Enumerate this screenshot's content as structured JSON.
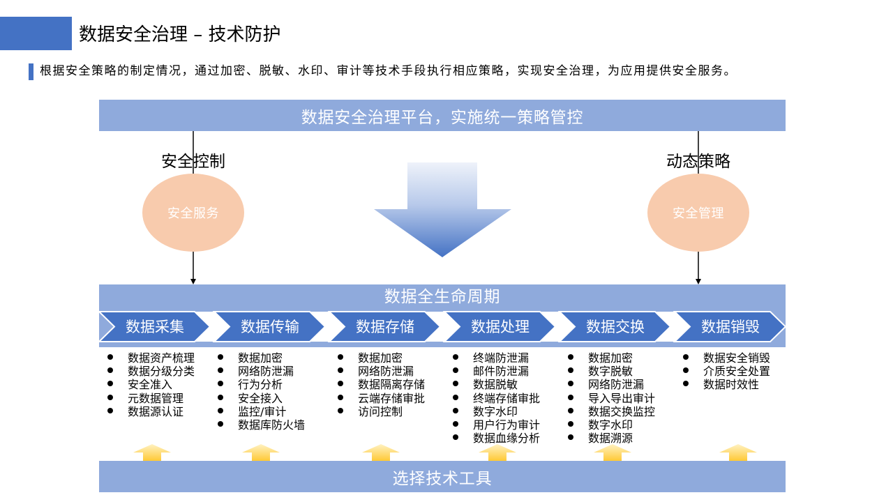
{
  "header": {
    "title": "数据安全治理 – 技术防护",
    "subtitle": "根据安全策略的制定情况，通过加密、脱敏、水印、审计等技术手段执行相应策略，实现安全治理，为应用提供安全服务。"
  },
  "platform": {
    "label": "数据安全治理平台，实施统一策略管控"
  },
  "left_branch": {
    "caption": "安全控制",
    "circle_label": "安全服务"
  },
  "right_branch": {
    "caption": "动态策略",
    "circle_label": "安全管理"
  },
  "lifecycle": {
    "title": "数据全生命周期",
    "stages": [
      {
        "label": "数据采集",
        "items": [
          "数据资产梳理",
          "数据分级分类",
          "安全准入",
          "元数据管理",
          "数据源认证"
        ]
      },
      {
        "label": "数据传输",
        "items": [
          "数据加密",
          "网络防泄漏",
          "行为分析",
          "安全接入",
          "监控/审计",
          "数据库防火墙"
        ]
      },
      {
        "label": "数据存储",
        "items": [
          "数据加密",
          "网络防泄漏",
          "数据隔离存储",
          "云端存储审批",
          "访问控制"
        ]
      },
      {
        "label": "数据处理",
        "items": [
          "终端防泄漏",
          "邮件防泄漏",
          "数据脱敏",
          "终端存储审批",
          "数字水印",
          "用户行为审计",
          "数据血缘分析"
        ]
      },
      {
        "label": "数据交换",
        "items": [
          "数据加密",
          "数字脱敏",
          "网络防泄漏",
          "导入导出审计",
          "数据交换监控",
          "数字水印",
          "数据溯源"
        ]
      },
      {
        "label": "数据销毁",
        "items": [
          "数据安全销毁",
          "介质安全处置",
          "数据时效性"
        ]
      }
    ]
  },
  "tools": {
    "label": "选择技术工具"
  },
  "icons": {
    "center_arrow": "down-arrow-icon",
    "tool_arrows": "up-arrow-icon",
    "branch_arrowheads": "arrowhead-down-icon",
    "list_bullets": "bullet-dot"
  },
  "colors": {
    "accent": "#4472C4",
    "bar": "#8FAADC",
    "circle": "#F8CBAD",
    "arrow_yellow": "#FFC936"
  }
}
